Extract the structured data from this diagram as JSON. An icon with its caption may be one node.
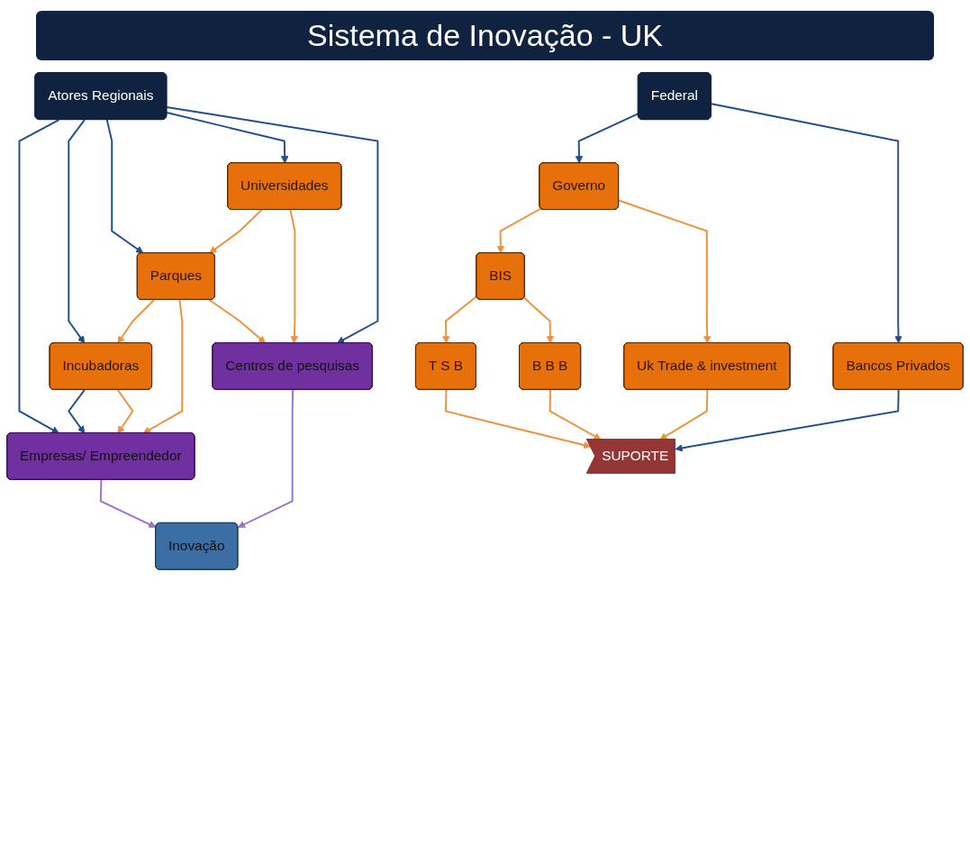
{
  "diagram": {
    "title": "Sistema de Inovação - UK",
    "nodes": [
      {
        "text": [
          "Atores Regionais"
        ]
      },
      {
        "text": [
          "Federal"
        ]
      },
      {
        "text": [
          "Universidades"
        ]
      },
      {
        "text": [
          "Governo"
        ]
      },
      {
        "text": [
          "Bancos Privados"
        ]
      },
      {
        "text": [
          "Parques"
        ]
      },
      {
        "text": [
          "BIS"
        ]
      },
      {
        "text": [
          "Uk Trade & investment"
        ]
      },
      {
        "text": [
          "Incubadoras"
        ]
      },
      {
        "text": [
          "T S B"
        ]
      },
      {
        "text": [
          "B B B"
        ]
      },
      {
        "text": [
          "Empresas/ Empreendedor"
        ]
      },
      {
        "text": [
          "Centros de pesquisas"
        ]
      },
      {
        "text": [
          "SUPORTE"
        ]
      },
      {
        "text": [
          "Inovação"
        ]
      }
    ],
    "edges": [
      {
        "from": 0,
        "to": 11,
        "arrow": "to",
        "color": "#1f4e8c"
      },
      {
        "from": 0,
        "to": 8,
        "arrow": "to",
        "color": "#1f4e8c"
      },
      {
        "from": 0,
        "to": 5,
        "arrow": "to",
        "color": "#1f4e8c"
      },
      {
        "from": 0,
        "to": 2,
        "arrow": "to",
        "color": "#1f4e8c"
      },
      {
        "from": 0,
        "to": 12,
        "arrow": "to",
        "color": "#1f4e8c"
      },
      {
        "from": 2,
        "to": 5,
        "arrow": "to"
      },
      {
        "from": 2,
        "to": 12,
        "arrow": "to"
      },
      {
        "from": 5,
        "to": 8,
        "arrow": "to"
      },
      {
        "from": 5,
        "to": 11,
        "arrow": "to"
      },
      {
        "from": 5,
        "to": 12,
        "arrow": "to"
      },
      {
        "from": 8,
        "to": 11,
        "arrow": "to",
        "color": "#1f4e8c"
      },
      {
        "from": 8,
        "to": 11,
        "arrow": "to"
      },
      {
        "from": 1,
        "to": 3,
        "arrow": "to",
        "color": "#1f4e8c"
      },
      {
        "from": 1,
        "to": 4,
        "arrow": "to",
        "color": "#1f4e8c"
      },
      {
        "from": 3,
        "to": 6,
        "arrow": "to"
      },
      {
        "from": 3,
        "to": 7,
        "arrow": "to"
      },
      {
        "from": 6,
        "to": 9,
        "arrow": "to"
      },
      {
        "from": 6,
        "to": 10,
        "arrow": "to"
      },
      {
        "from": 9,
        "to": 13,
        "arrow": "to"
      },
      {
        "from": 10,
        "to": 13,
        "arrow": "to"
      },
      {
        "from": 7,
        "to": 13,
        "arrow": "to"
      },
      {
        "from": 4,
        "to": 13,
        "arrow": "to",
        "color": "#1f4e8c"
      },
      {
        "from": 11,
        "to": 14,
        "arrow": "to",
        "color": "#9b72c8"
      },
      {
        "from": 12,
        "to": 14,
        "arrow": "to",
        "color": "#9b72c8"
      }
    ]
  }
}
